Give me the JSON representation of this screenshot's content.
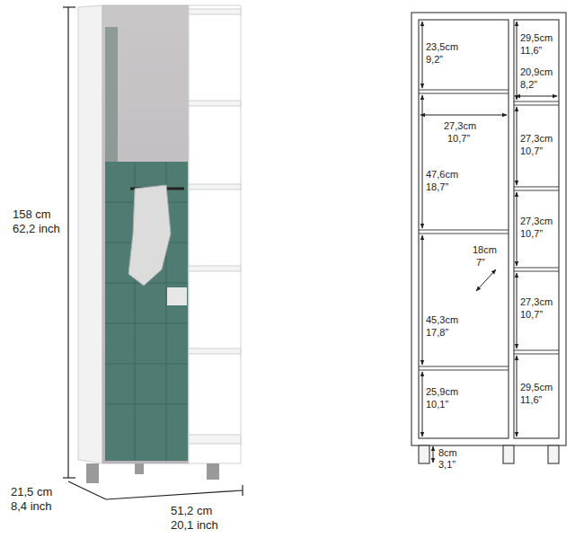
{
  "diagram": {
    "labels": [
      "158 cm",
      "62,2 inch",
      "21,5 cm",
      "8,4 inch",
      "51,2 cm",
      "20,1 inch",
      "23,5cm",
      "9,2”",
      "29,5cm",
      "11,6”",
      "20,9cm",
      "8,2”",
      "27,3cm",
      "10,7”",
      "27,3cm",
      "10,7”",
      "47,6cm",
      "18,7”",
      "27,3cm",
      "10,7”",
      "18cm",
      "7”",
      "27,3cm",
      "10,7”",
      "45,3cm",
      "17,8”",
      "25,9cm",
      "10,1”",
      "29,5cm",
      "11,6”",
      "8cm",
      "3,1”"
    ]
  }
}
